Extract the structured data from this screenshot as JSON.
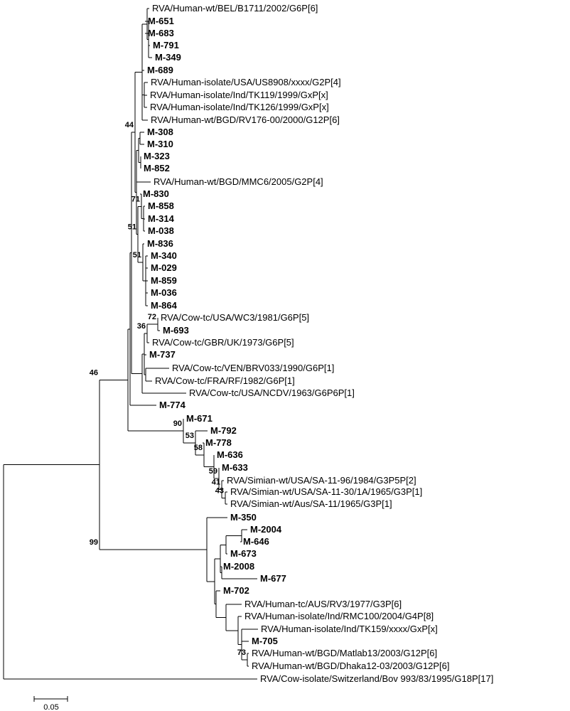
{
  "tree": {
    "leaves": [
      {
        "label": "RVA/Human-wt/BEL/B1711/2002/G6P[6]",
        "bold": false
      },
      {
        "label": "M-651",
        "bold": true
      },
      {
        "label": "M-683",
        "bold": true
      },
      {
        "label": "M-791",
        "bold": true
      },
      {
        "label": "M-349",
        "bold": true
      },
      {
        "label": "M-689",
        "bold": true
      },
      {
        "label": "RVA/Human-isolate/USA/US8908/xxxx/G2P[4]",
        "bold": false
      },
      {
        "label": "RVA/Human-isolate/Ind/TK119/1999/GxP[x]",
        "bold": false
      },
      {
        "label": "RVA/Human-isolate/Ind/TK126/1999/GxP[x]",
        "bold": false
      },
      {
        "label": "RVA/Human-wt/BGD/RV176-00/2000/G12P[6]",
        "bold": false
      },
      {
        "label": "M-308",
        "bold": true
      },
      {
        "label": "M-310",
        "bold": true
      },
      {
        "label": "M-323",
        "bold": true
      },
      {
        "label": "M-852",
        "bold": true
      },
      {
        "label": "RVA/Human-wt/BGD/MMC6/2005/G2P[4]",
        "bold": false
      },
      {
        "label": "M-830",
        "bold": true
      },
      {
        "label": "M-858",
        "bold": true
      },
      {
        "label": "M-314",
        "bold": true
      },
      {
        "label": "M-038",
        "bold": true
      },
      {
        "label": "M-836",
        "bold": true
      },
      {
        "label": "M-340",
        "bold": true
      },
      {
        "label": "M-029",
        "bold": true
      },
      {
        "label": "M-859",
        "bold": true
      },
      {
        "label": "M-036",
        "bold": true
      },
      {
        "label": "M-864",
        "bold": true
      },
      {
        "label": "RVA/Cow-tc/USA/WC3/1981/G6P[5]",
        "bold": false
      },
      {
        "label": "M-693",
        "bold": true
      },
      {
        "label": "RVA/Cow-tc/GBR/UK/1973/G6P[5]",
        "bold": false
      },
      {
        "label": "M-737",
        "bold": true
      },
      {
        "label": "RVA/Cow-tc/VEN/BRV033/1990/G6P[1]",
        "bold": false
      },
      {
        "label": "RVA/Cow-tc/FRA/RF/1982/G6P[1]",
        "bold": false
      },
      {
        "label": "RVA/Cow-tc/USA/NCDV/1963/G6P6P[1]",
        "bold": false
      },
      {
        "label": "M-774",
        "bold": true
      },
      {
        "label": "M-671",
        "bold": true
      },
      {
        "label": "M-792",
        "bold": true
      },
      {
        "label": "M-778",
        "bold": true
      },
      {
        "label": "M-636",
        "bold": true
      },
      {
        "label": "M-633",
        "bold": true
      },
      {
        "label": "RVA/Simian-wt/USA/SA-11-96/1984/G3P5P[2]",
        "bold": false
      },
      {
        "label": "RVA/Simian-wt/USA/SA-11-30/1A/1965/G3P[1]",
        "bold": false
      },
      {
        "label": "RVA/Simian-wt/Aus/SA-11/1965/G3P[1]",
        "bold": false
      },
      {
        "label": "M-350",
        "bold": true
      },
      {
        "label": "M-2004",
        "bold": true
      },
      {
        "label": "M-646",
        "bold": true
      },
      {
        "label": "M-673",
        "bold": true
      },
      {
        "label": "M-2008",
        "bold": true
      },
      {
        "label": "M-677",
        "bold": true
      },
      {
        "label": "M-702",
        "bold": true
      },
      {
        "label": "RVA/Human-tc/AUS/RV3/1977/G3P[6]",
        "bold": false
      },
      {
        "label": "RVA/Human-isolate/Ind/RMC100/2004/G4P[8]",
        "bold": false
      },
      {
        "label": "RVA/Human-isolate/Ind/TK159/xxxx/GxP[x]",
        "bold": false
      },
      {
        "label": "M-705",
        "bold": true
      },
      {
        "label": "RVA/Human-wt/BGD/Matlab13/2003/G12P[6]",
        "bold": false
      },
      {
        "label": "RVA/Human-wt/BGD/Dhaka12-03/2003/G12P[6]",
        "bold": false
      },
      {
        "label": "RVA/Cow-isolate/Switzerland/Bov 993/83/1995/G18P[17]",
        "bold": false
      }
    ],
    "bootstrap": [
      "44",
      "71",
      "51",
      "51",
      "46",
      "72",
      "36",
      "90",
      "53",
      "58",
      "59",
      "41",
      "43",
      "99",
      "73"
    ],
    "scale_bar": {
      "label": "0.05"
    }
  }
}
